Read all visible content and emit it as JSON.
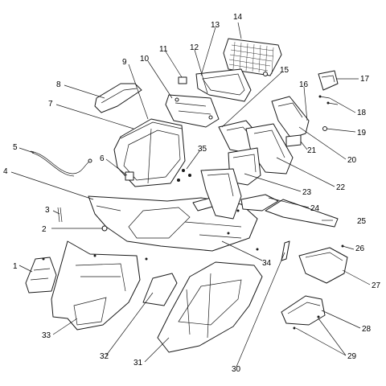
{
  "diagram": {
    "callouts": [
      {
        "id": "c1",
        "label": "1"
      },
      {
        "id": "c2",
        "label": "2"
      },
      {
        "id": "c3",
        "label": "3"
      },
      {
        "id": "c4",
        "label": "4"
      },
      {
        "id": "c5",
        "label": "5"
      },
      {
        "id": "c6",
        "label": "6"
      },
      {
        "id": "c7",
        "label": "7"
      },
      {
        "id": "c8",
        "label": "8"
      },
      {
        "id": "c9",
        "label": "9"
      },
      {
        "id": "c10",
        "label": "10"
      },
      {
        "id": "c11",
        "label": "11"
      },
      {
        "id": "c12",
        "label": "12"
      },
      {
        "id": "c13",
        "label": "13"
      },
      {
        "id": "c14",
        "label": "14"
      },
      {
        "id": "c15",
        "label": "15"
      },
      {
        "id": "c16",
        "label": "16"
      },
      {
        "id": "c17",
        "label": "17"
      },
      {
        "id": "c18",
        "label": "18"
      },
      {
        "id": "c19",
        "label": "19"
      },
      {
        "id": "c20",
        "label": "20"
      },
      {
        "id": "c21",
        "label": "21"
      },
      {
        "id": "c22",
        "label": "22"
      },
      {
        "id": "c23",
        "label": "23"
      },
      {
        "id": "c24",
        "label": "24"
      },
      {
        "id": "c25",
        "label": "25"
      },
      {
        "id": "c26",
        "label": "26"
      },
      {
        "id": "c27",
        "label": "27"
      },
      {
        "id": "c28",
        "label": "28"
      },
      {
        "id": "c29",
        "label": "29"
      },
      {
        "id": "c30",
        "label": "30"
      },
      {
        "id": "c31",
        "label": "31"
      },
      {
        "id": "c32",
        "label": "32"
      },
      {
        "id": "c33",
        "label": "33"
      },
      {
        "id": "c34",
        "label": "34"
      },
      {
        "id": "c35",
        "label": "35"
      }
    ]
  }
}
